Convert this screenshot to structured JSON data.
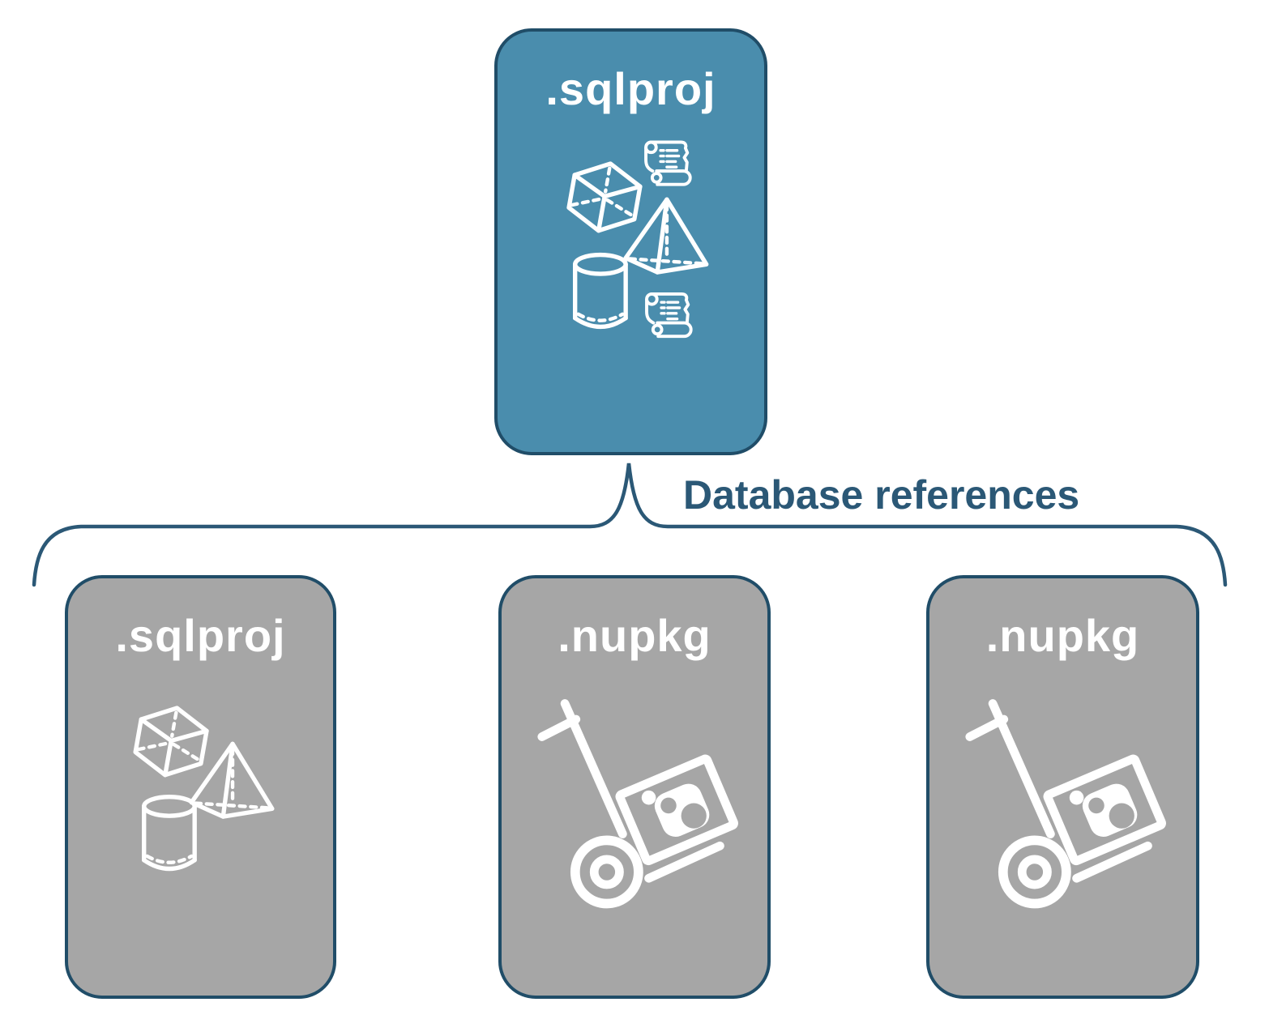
{
  "diagram": {
    "background_color": "#ffffff",
    "root_node": {
      "label": ".sqlproj",
      "fill_color": "#4a8dad",
      "border_color": "#204d68",
      "icons": [
        "cube-icon",
        "scroll-icon",
        "pyramid-icon",
        "cylinder-icon",
        "scroll-icon"
      ]
    },
    "connector": {
      "label": "Database references",
      "line_color": "#2b5876",
      "shape": "curly-brace"
    },
    "child_nodes": [
      {
        "label": ".sqlproj",
        "fill_color": "#a6a6a6",
        "border_color": "#204d68",
        "icons": [
          "cube-icon",
          "pyramid-icon",
          "cylinder-icon"
        ]
      },
      {
        "label": ".nupkg",
        "fill_color": "#a6a6a6",
        "border_color": "#204d68",
        "icons": [
          "hand-truck-package-icon"
        ]
      },
      {
        "label": ".nupkg",
        "fill_color": "#a6a6a6",
        "border_color": "#204d68",
        "icons": [
          "hand-truck-package-icon"
        ]
      }
    ],
    "icon_color": "#ffffff"
  }
}
